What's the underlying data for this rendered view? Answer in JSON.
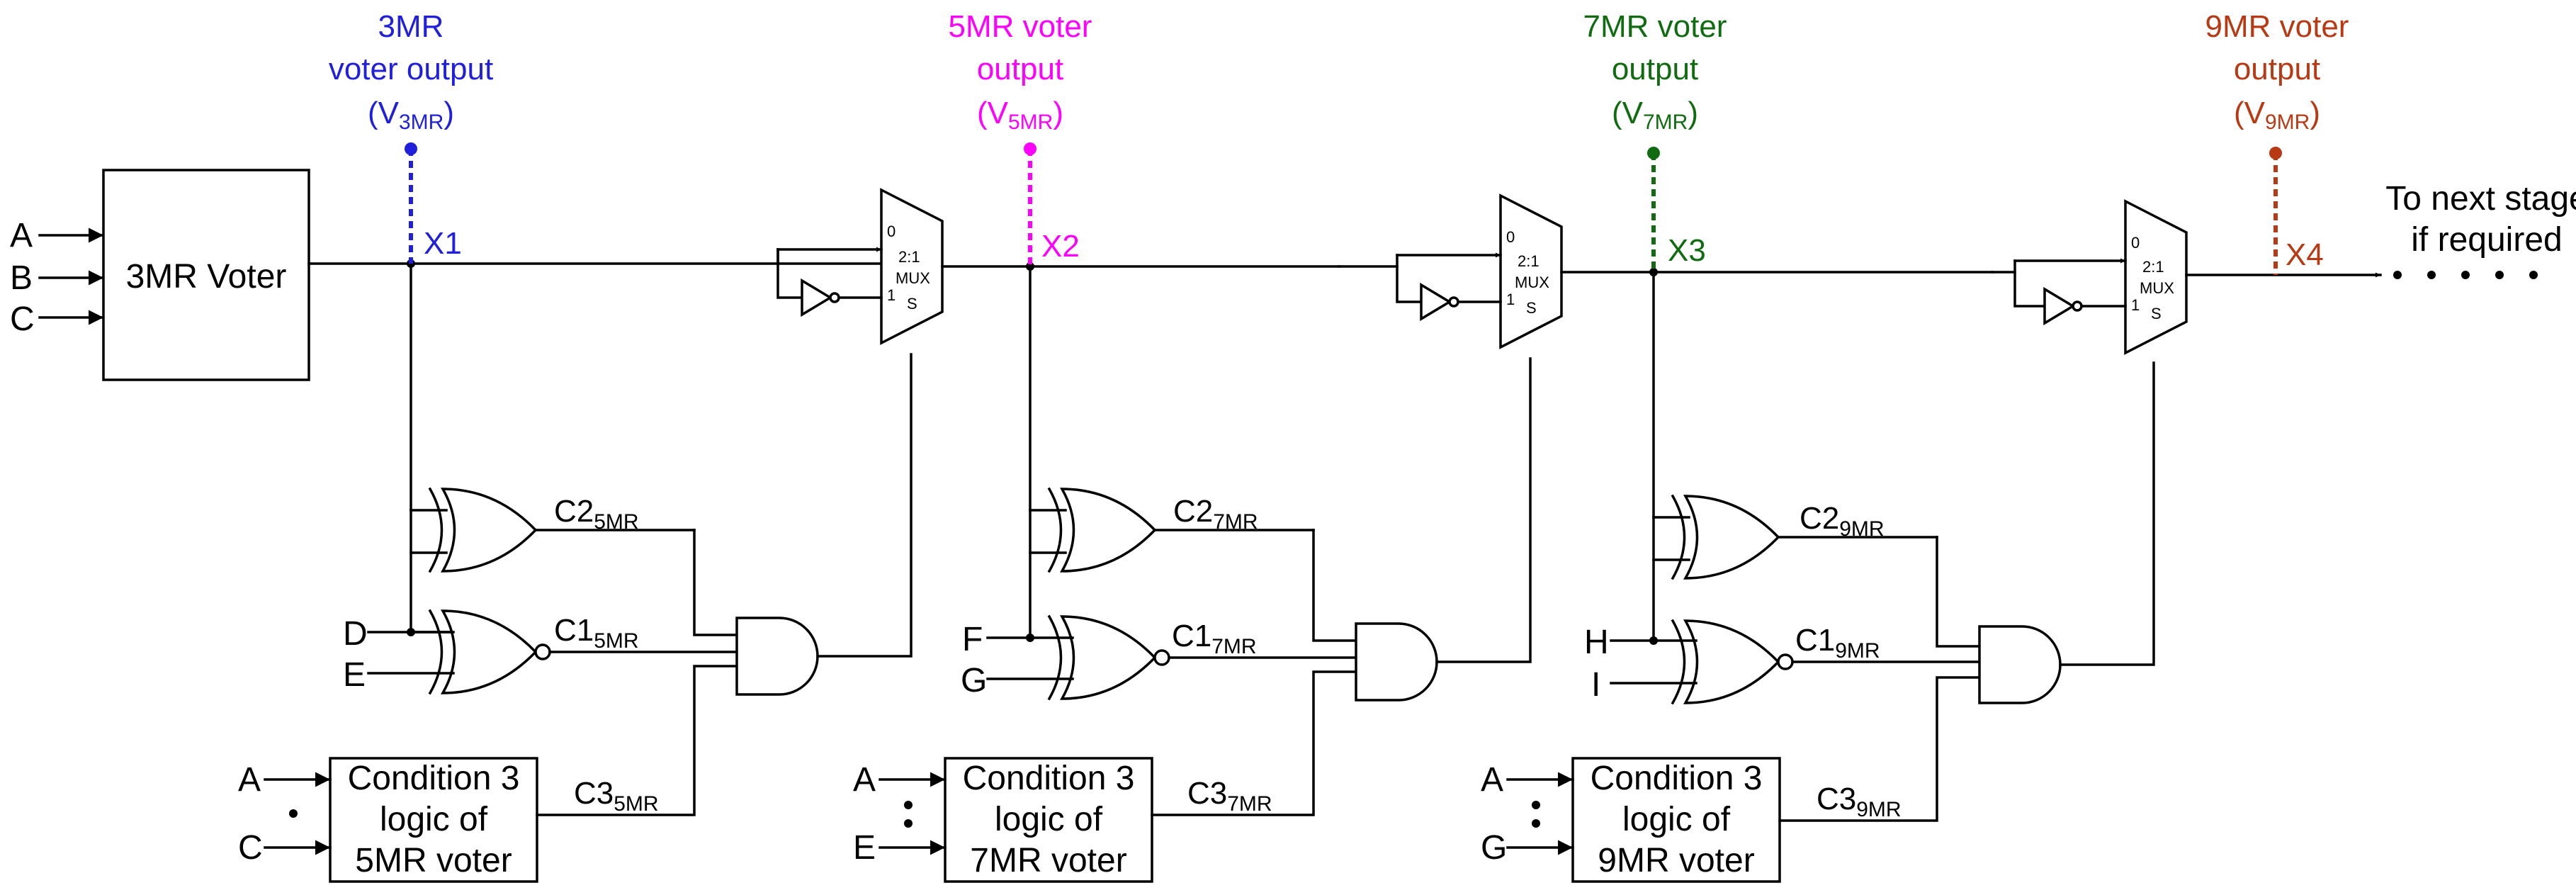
{
  "inputs": {
    "a": "A",
    "b": "B",
    "c": "C"
  },
  "voter3": "3MR Voter",
  "mux": {
    "zero": "0",
    "one": "1",
    "type": "2:1",
    "word": "MUX",
    "sel": "S"
  },
  "stages": [
    {
      "out_l1": "3MR",
      "out_l2": "voter output",
      "out_v": "V",
      "out_vsub": "3MR",
      "color": "#1f1fdc",
      "node": "X1",
      "c2": "C2",
      "c1": "C1",
      "c3": "C3",
      "csub": "5MR",
      "in1": "D",
      "in2": "E",
      "cond_l1": "Condition 3",
      "cond_l2": "logic of",
      "cond_l3": "5MR voter",
      "cond_a": "A",
      "cond_b": "C"
    },
    {
      "out_l1": "5MR voter",
      "out_l2": "output",
      "out_v": "V",
      "out_vsub": "5MR",
      "color": "#ff00ff",
      "node": "X2",
      "c2": "C2",
      "c1": "C1",
      "c3": "C3",
      "csub": "7MR",
      "in1": "F",
      "in2": "G",
      "cond_l1": "Condition 3",
      "cond_l2": "logic of",
      "cond_l3": "7MR voter",
      "cond_a": "A",
      "cond_b": "E"
    },
    {
      "out_l1": "7MR voter",
      "out_l2": "output",
      "out_v": "V",
      "out_vsub": "7MR",
      "color": "#116b11",
      "node": "X3",
      "c2": "C2",
      "c1": "C1",
      "c3": "C3",
      "csub": "9MR",
      "in1": "H",
      "in2": "I",
      "cond_l1": "Condition 3",
      "cond_l2": "logic of",
      "cond_l3": "9MR voter",
      "cond_a": "A",
      "cond_b": "G"
    },
    {
      "out_l1": "9MR voter",
      "out_l2": "output",
      "out_v": "V",
      "out_vsub": "9MR",
      "color": "#b83a14",
      "node": "X4"
    }
  ],
  "next_l1": "To next stage",
  "next_l2": "if required"
}
